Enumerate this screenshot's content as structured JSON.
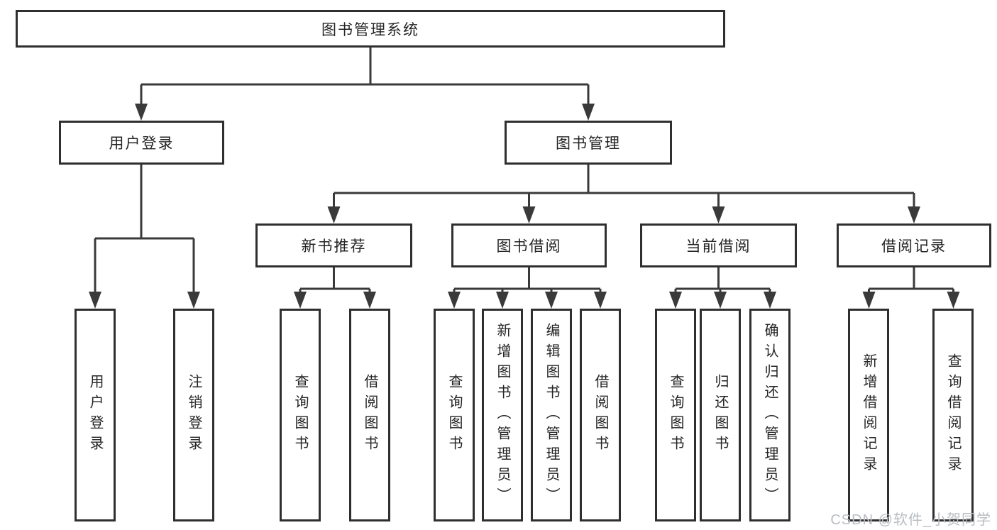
{
  "diagram": {
    "root": {
      "label": "图书管理系统"
    },
    "level2": [
      {
        "label": "用户登录"
      },
      {
        "label": "图书管理"
      }
    ],
    "level3": [
      {
        "label": "新书推荐"
      },
      {
        "label": "图书借阅"
      },
      {
        "label": "当前借阅"
      },
      {
        "label": "借阅记录"
      }
    ],
    "leaves": {
      "user_login": [
        {
          "label": "用户登录"
        },
        {
          "label": "注销登录"
        }
      ],
      "new_book_recommend": [
        {
          "label": "查询图书"
        },
        {
          "label": "借阅图书"
        }
      ],
      "book_borrow": [
        {
          "label": "查询图书"
        },
        {
          "label": "新增图书（管理员）"
        },
        {
          "label": "编辑图书（管理员）"
        },
        {
          "label": "借阅图书"
        }
      ],
      "current_borrow": [
        {
          "label": "查询图书"
        },
        {
          "label": "归还图书"
        },
        {
          "label": "确认归还（管理员）"
        }
      ],
      "borrow_record": [
        {
          "label": "新增借阅记录"
        },
        {
          "label": "查询借阅记录"
        }
      ]
    }
  },
  "watermark": {
    "text": "CSDN @软件_小贺同学"
  },
  "colors": {
    "line": "#3a3a3a",
    "box_border": "#2f2f2f",
    "text": "#242424",
    "watermark": "#b9bdc2",
    "background": "#ffffff"
  }
}
